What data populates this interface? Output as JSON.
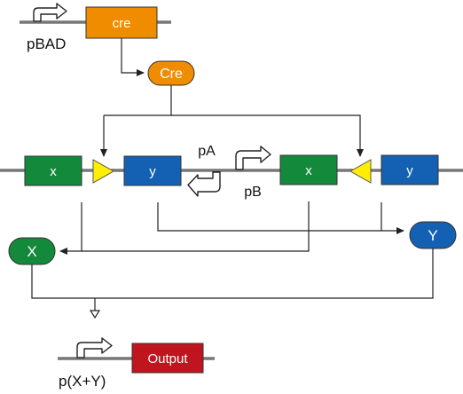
{
  "colors": {
    "dna_line": "#333333",
    "dna_highlight": "#b8b8b8",
    "wire": "#222222",
    "gene_x": "#13893c",
    "gene_y": "#1461b3",
    "gene_cre": "#f08c00",
    "gene_output": "#c0141e",
    "protein_cre": "#f08c00",
    "protein_x": "#13893c",
    "protein_y": "#1461b3",
    "lox_site": "#ffee00",
    "promoter_fill": "#ffffff",
    "label_text": "#111111",
    "gene_label_text": "#ffffff"
  },
  "icons": {
    "promoter": "bent-arrow-icon",
    "recombination_site": "yellow-triangle-icon",
    "promoter_input": "open-triangle-icon"
  },
  "top_module": {
    "promoter_label": "pBAD",
    "gene_label": "cre",
    "protein_label": "Cre"
  },
  "middle_module": {
    "gene_x1_label": "x",
    "gene_y1_label": "y",
    "promoter_a_label": "pA",
    "promoter_b_label": "pB",
    "gene_x2_label": "x",
    "gene_y2_label": "y"
  },
  "proteins": {
    "x_label": "X",
    "y_label": "Y"
  },
  "bottom_module": {
    "promoter_label": "p(X+Y)",
    "gene_label": "Output"
  }
}
